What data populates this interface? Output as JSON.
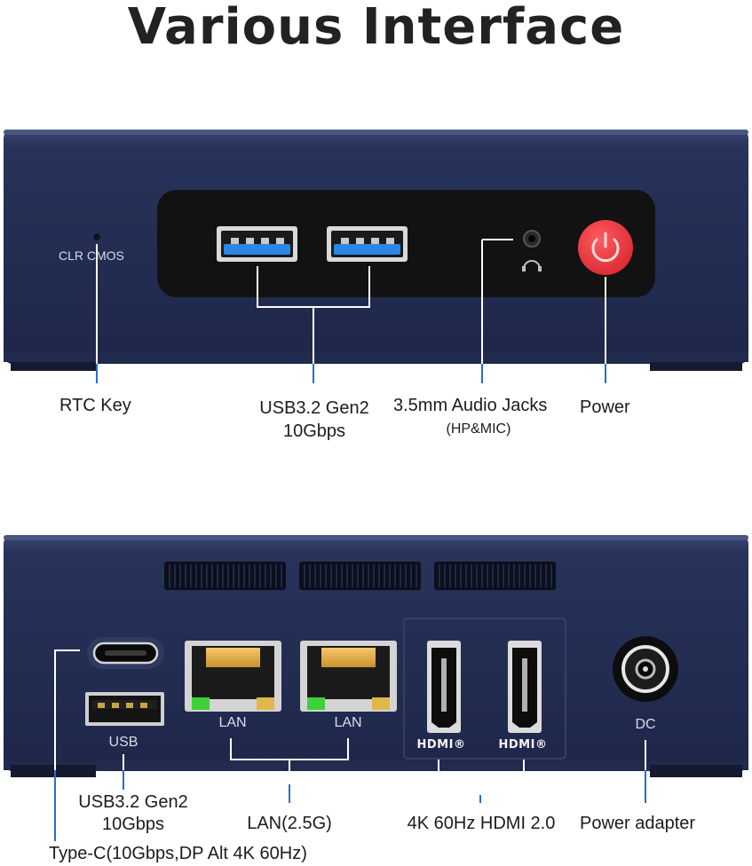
{
  "title": "Various Interface",
  "front": {
    "clr_cmos": "CLR  CMOS",
    "labels": {
      "rtc_key": "RTC Key",
      "usb_line1": "USB3.2 Gen2",
      "usb_line2": "10Gbps",
      "audio_line1": "3.5mm Audio Jacks",
      "audio_line2": "(HP&MIC)",
      "power": "Power"
    }
  },
  "back": {
    "port_labels": {
      "usb": "USB",
      "lan1": "LAN",
      "lan2": "LAN",
      "dc": "DC",
      "hdmi1": "HDMI®",
      "hdmi2": "HDMI®"
    },
    "labels": {
      "usb_line1": "USB3.2 Gen2",
      "usb_line2": "10Gbps",
      "lan": "LAN(2.5G)",
      "hdmi": "4K 60Hz HDMI 2.0",
      "power_adapter": "Power adapter",
      "typec": "Type-C(10Gbps,DP Alt 4K 60Hz)"
    }
  },
  "colors": {
    "chassis": "#273257",
    "chassis_dark": "#1b2342",
    "panel": "#111111",
    "usb_blue": "#2b86e6",
    "power_red": "#e3343a",
    "leader": "#2a6ccf"
  }
}
